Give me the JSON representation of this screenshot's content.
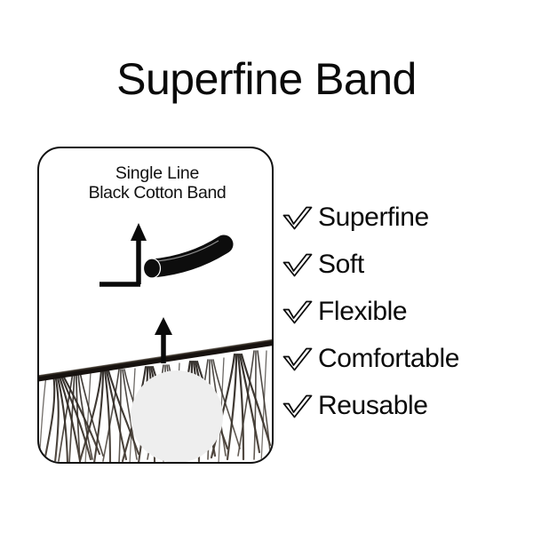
{
  "page": {
    "title": "Superfine Band",
    "background_color": "#ffffff",
    "text_color": "#0a0a0a"
  },
  "card": {
    "caption_line1": "Single Line",
    "caption_line2": "Black Cotton Band",
    "border_color": "#111111",
    "magnifier_fill": "#eeeeee",
    "cord_color": "#0d0d0d",
    "callout_arrow_up_label": "band-callout-arrow",
    "callout_arrow_bottom_label": "lash-callout-arrow"
  },
  "features": {
    "check_icon": "check-outline-icon",
    "items": [
      {
        "label": "Superfine"
      },
      {
        "label": "Soft"
      },
      {
        "label": "Flexible"
      },
      {
        "label": "Comfortable"
      },
      {
        "label": "Reusable"
      }
    ]
  }
}
